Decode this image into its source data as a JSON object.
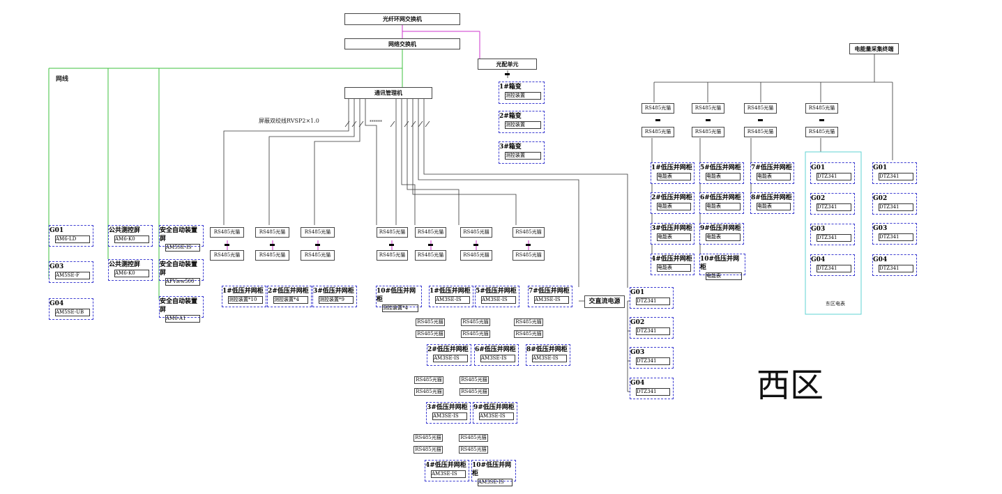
{
  "core": {
    "fiber_ring_switch": "光纤环网交换机",
    "network_switch": "网络交换机",
    "optical_unit": "光配单元",
    "comm_manager": "通讯管理机",
    "energy_terminal": "电能量采集终端"
  },
  "labels": {
    "network_cable": "网线",
    "shielded_pair": "屏蔽双绞线RVSP2×1.0",
    "dots": "******",
    "region": "西区",
    "east_meters": "东区电表"
  },
  "protection": {
    "sub_label": "测控装置",
    "items": [
      "1#箱变",
      "2#箱变",
      "3#箱变"
    ]
  },
  "left_group": [
    {
      "title": "G01",
      "model": "AM6-LD"
    },
    {
      "title": "G03",
      "model": "AM5SE-F"
    },
    {
      "title": "G04",
      "model": "AM5SE-UB"
    },
    {
      "title": "公共测控屏",
      "model": "AM6-K0"
    },
    {
      "title": "公共测控屏",
      "model": "AM6-K0"
    },
    {
      "title": "安全自动装置屏",
      "model": "AM5SE-IS"
    },
    {
      "title": "安全自动装置屏",
      "model": "APView500"
    },
    {
      "title": "安全自动装置屏",
      "model": "AM6-A1"
    }
  ],
  "fiber_label": "RS485光猫",
  "mid_panels": [
    {
      "title": "1#低压并网柜",
      "model": "测控装置*10"
    },
    {
      "title": "2#低压并网柜",
      "model": "测控装置*4"
    },
    {
      "title": "3#低压并网柜",
      "model": "测控装置*9"
    },
    {
      "title": "10#低压并网柜",
      "model": "测控装置*4"
    },
    {
      "title": "1#低压并网柜",
      "model": "AM3SE-IS"
    },
    {
      "title": "5#低压并网柜",
      "model": "AM3SE-IS"
    },
    {
      "title": "7#低压并网柜",
      "model": "AM3SE-IS"
    }
  ],
  "ac_dc": "交直流电源",
  "chain_panels": [
    {
      "title": "2#低压并网柜",
      "model": "AM3SE-IS"
    },
    {
      "title": "6#低压并网柜",
      "model": "AM3SE-IS"
    },
    {
      "title": "8#低压并网柜",
      "model": "AM3SE-IS"
    },
    {
      "title": "3#低压并网柜",
      "model": "AM3SE-IS"
    },
    {
      "title": "9#低压并网柜",
      "model": "AM3SE-IS"
    },
    {
      "title": "4#低压并网柜",
      "model": "AM3SE-IS"
    },
    {
      "title": "10#低压并网柜",
      "model": "AM3SE-IS"
    }
  ],
  "meters": {
    "model": "DTZ341",
    "ids": [
      "G01",
      "G02",
      "G03",
      "G04"
    ]
  },
  "east_sub": "电能表",
  "east_panels": [
    [
      "1#低压并网柜",
      "2#低压并网柜",
      "3#低压并网柜",
      "4#低压并网柜"
    ],
    [
      "5#低压并网柜",
      "6#低压并网柜",
      "9#低压并网柜",
      "10#低压并网柜"
    ],
    [
      "7#低压并网柜",
      "8#低压并网柜"
    ]
  ],
  "colors": {
    "green": "#3cc13c",
    "magenta": "#cc33cc",
    "line": "#333333",
    "dashed_border": "#3b3bd1",
    "cyan": "#5fd3d3"
  }
}
